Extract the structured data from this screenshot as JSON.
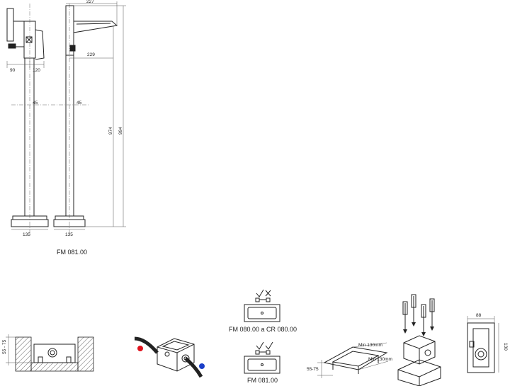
{
  "dimensions": {
    "front": {
      "width_left": "90",
      "width_right": "120",
      "pipe_width": "45",
      "base_width": "135"
    },
    "side": {
      "top_width": "227",
      "spout_offset": "229",
      "pipe_width": "45",
      "base_width": "135",
      "height_inner": "974",
      "height_outer": "994"
    },
    "box": {
      "depth_range": "55 - 75",
      "width": "88",
      "height": "130"
    },
    "niche": {
      "min_a": "Min 130mm",
      "min_b": "Min 130mm",
      "depth_range": "55-75"
    }
  },
  "labels": {
    "product_code": "FM 081.00",
    "option_a": "FM 080.00 a CR 080.00",
    "option_b": "FM 081.00"
  },
  "colors": {
    "hot": "#e0141e",
    "cold": "#1b3fc8",
    "line": "#222222"
  },
  "icons": {
    "option_a_marks": [
      "check",
      "cross"
    ],
    "option_b_marks": [
      "check",
      "check"
    ]
  }
}
